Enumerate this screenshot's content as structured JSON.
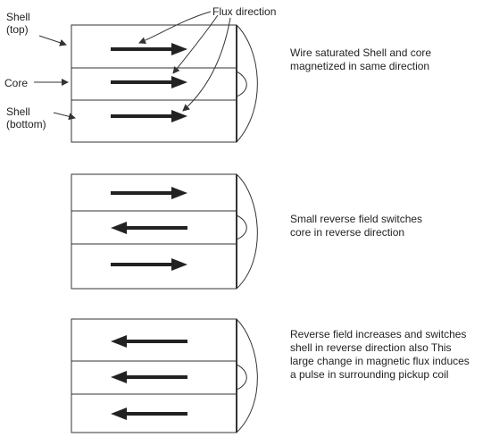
{
  "labels": {
    "shell_top": "Shell\n(top)",
    "core": "Core",
    "shell_bottom": "Shell\n(bottom)",
    "flux_direction": "Flux direction"
  },
  "panels": [
    {
      "description": "Wire saturated  Shell and core\nmagnetized in same direction",
      "arrows": [
        "right",
        "right",
        "right"
      ]
    },
    {
      "description": "Small reverse field switches\ncore in reverse direction",
      "arrows": [
        "right",
        "left",
        "right"
      ]
    },
    {
      "description": "Reverse field increases and switches\nshell in reverse direction also  This\nlarge change in magnetic flux induces\na pulse in surrounding pickup coil",
      "arrows": [
        "left",
        "left",
        "left"
      ]
    }
  ],
  "colors": {
    "line": "#333333",
    "arrow": "#222222"
  }
}
